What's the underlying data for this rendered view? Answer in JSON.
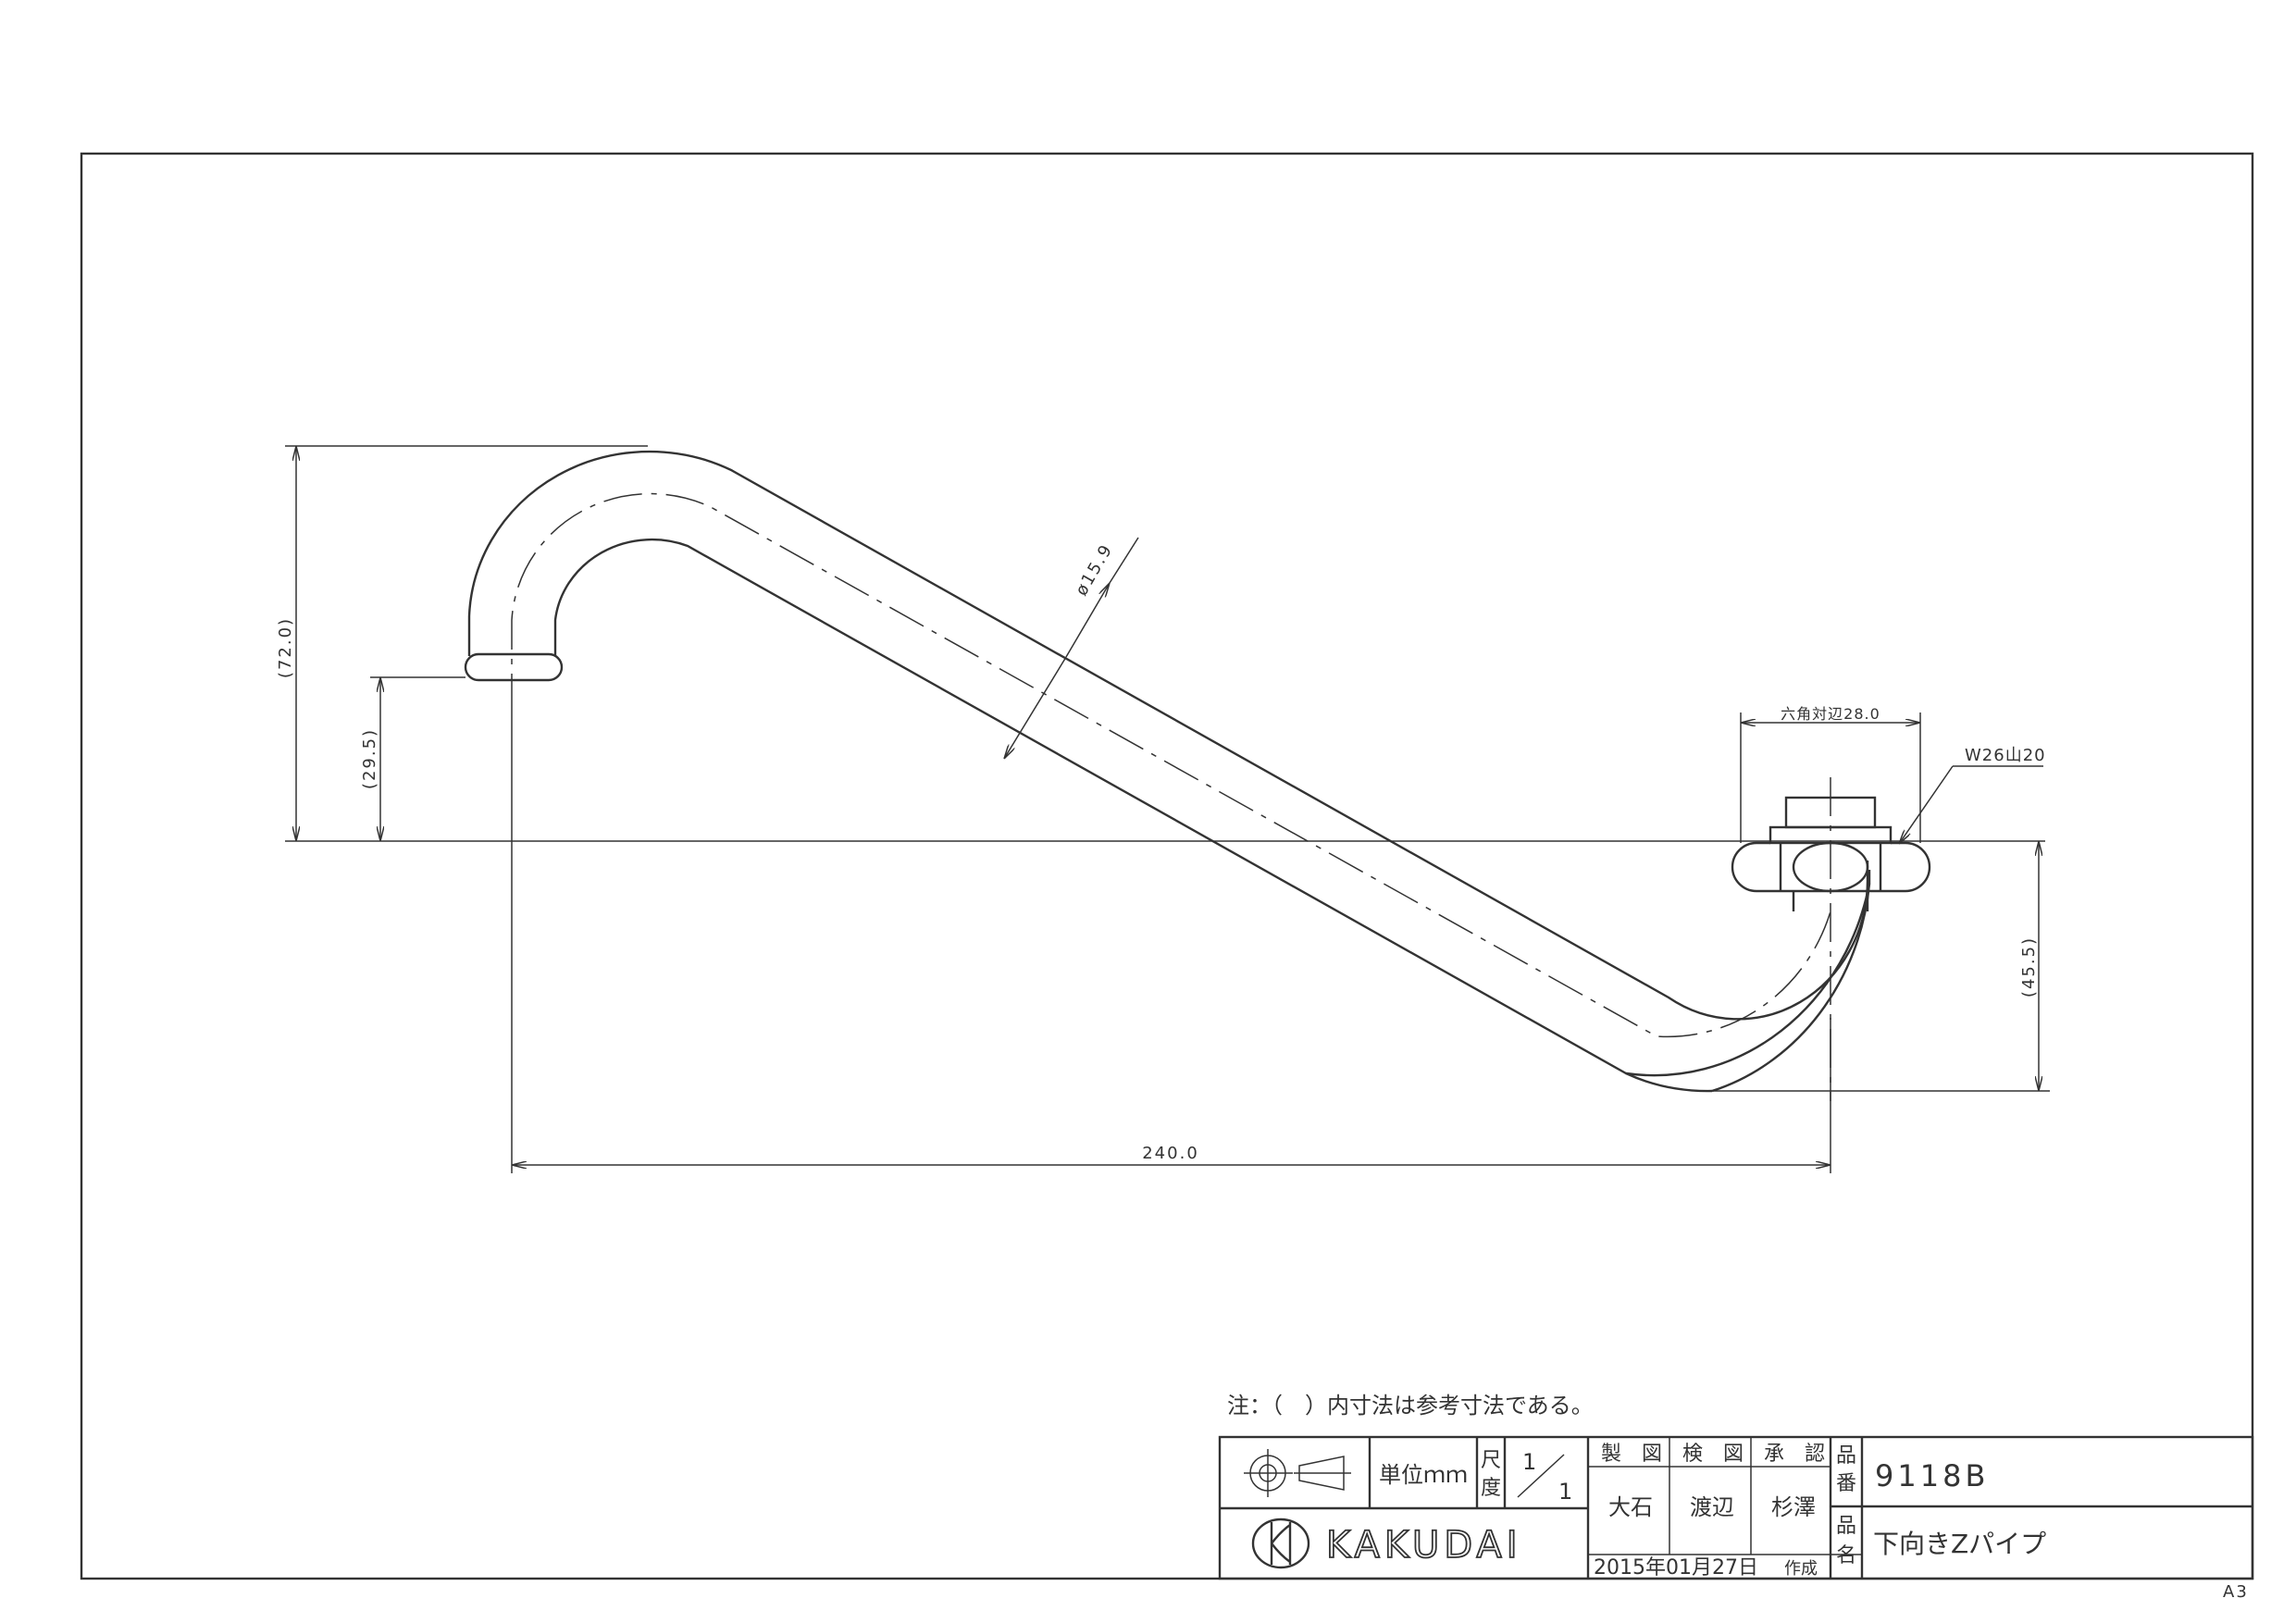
{
  "drawing": {
    "dimensions": {
      "overall_height": "(72.0)",
      "inlet_drop": "(29.5)",
      "outlet_drop": "(45.5)",
      "pipe_diameter": "ø15.9",
      "length": "240.0",
      "hex_across_flats": "六角対辺28.0",
      "thread": "W26山20"
    }
  },
  "note": "注：（　）内寸法は参考寸法である。",
  "title_block": {
    "unit_label": "単位ｍｍ",
    "scale_label": "尺度",
    "scale_num": "1",
    "scale_den": "1",
    "drawn_header": "製　図",
    "checked_header": "検　図",
    "approved_header": "承　認",
    "drawn_by": "大石",
    "checked_by": "渡辺",
    "approved_by": "杉澤",
    "part_no_label": "品番",
    "part_no": "9118B",
    "part_name_label": "品名",
    "part_name": "下向きZパイプ",
    "date": "2015年01月27日",
    "created_label": "作成",
    "company": "KAKUDAI"
  },
  "sheet_size": "A3"
}
